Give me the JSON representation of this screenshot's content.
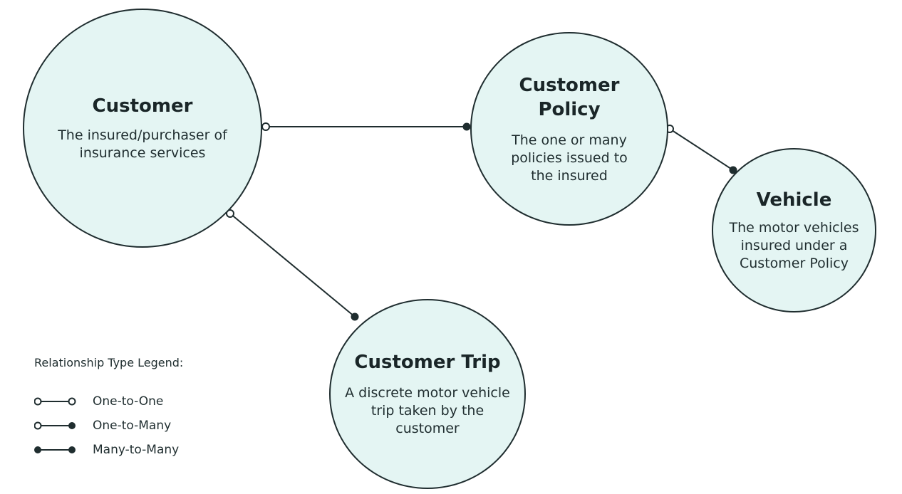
{
  "entities": {
    "customer": {
      "title": "Customer",
      "description": "The insured/purchaser of insurance services"
    },
    "policy": {
      "title": "Customer Policy",
      "description": "The one or many policies issued to the insured"
    },
    "vehicle": {
      "title": "Vehicle",
      "description": "The motor vehicles insured under a Customer Policy"
    },
    "trip": {
      "title": "Customer Trip",
      "description": "A discrete motor vehicle trip taken by the customer"
    }
  },
  "relationships": [
    {
      "from": "Customer",
      "to": "Customer Policy",
      "type": "One-to-Many"
    },
    {
      "from": "Customer Policy",
      "to": "Vehicle",
      "type": "One-to-Many"
    },
    {
      "from": "Customer",
      "to": "Customer Trip",
      "type": "One-to-Many"
    }
  ],
  "legend": {
    "title": "Relationship Type Legend:",
    "items": [
      {
        "label": "One-to-One",
        "start": "open",
        "end": "open"
      },
      {
        "label": "One-to-Many",
        "start": "open",
        "end": "filled"
      },
      {
        "label": "Many-to-Many",
        "start": "filled",
        "end": "filled"
      }
    ]
  },
  "colors": {
    "node_fill": "#e4f5f3",
    "stroke": "#1f2d2f",
    "text": "#1c2a2c",
    "background": "#ffffff"
  }
}
